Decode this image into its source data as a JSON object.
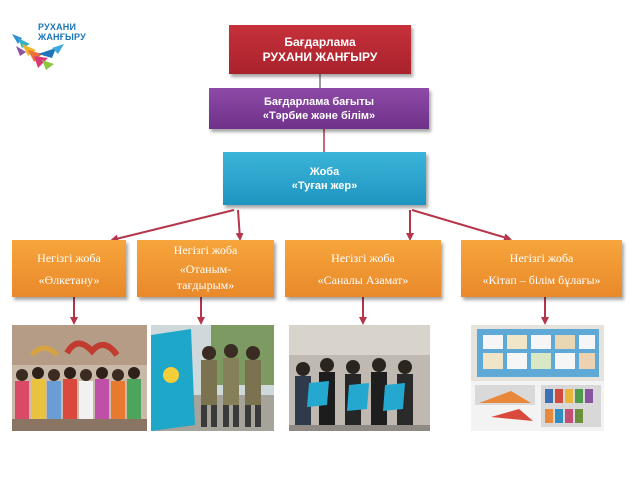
{
  "logo": {
    "line1": "РУХАНИ",
    "line2": "ЖАНҒЫРУ"
  },
  "program": {
    "line1": "Бағдарлама",
    "line2": "РУХАНИ ЖАНҒЫРУ"
  },
  "direction": {
    "line1": "Бағдарлама бағыты",
    "line2": "«Тәрбие және білім»"
  },
  "project": {
    "line1": "Жоба",
    "line2": "«Туған жер»"
  },
  "subprojects": [
    {
      "line1": "Негізгі жоба",
      "line2": "«Өлкетану»"
    },
    {
      "line1": "Негізгі жоба",
      "line2": "«Отаным-",
      "line3": "тағдырым»"
    },
    {
      "line1": "Негізгі жоба",
      "line2": "«Саналы Азамат»"
    },
    {
      "line1": "Негізгі жоба",
      "line2": "«Кітап – білім бұлағы»"
    }
  ],
  "colors": {
    "program": "#b52631",
    "direction": "#7d3a97",
    "project": "#2aa6cf",
    "subproject": "#f09a33",
    "arrow": "#b5364a"
  }
}
